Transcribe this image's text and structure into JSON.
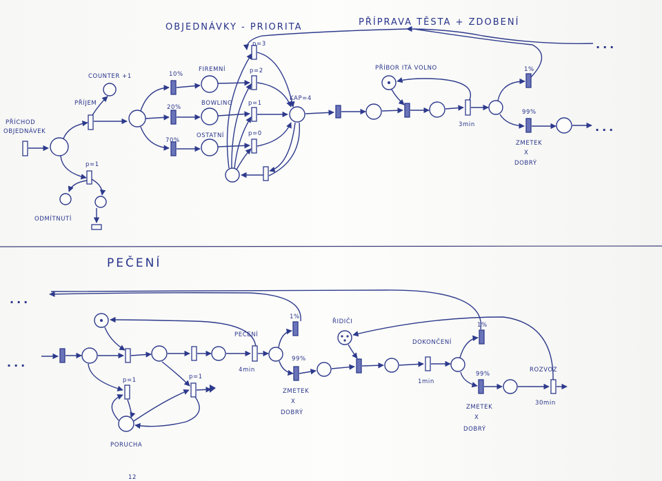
{
  "titles": {
    "top_left": "OBJEDNÁVKY - PRIORITA",
    "top_right": "PŘÍPRAVA TĚSTA + ZDOBENÍ",
    "bottom": "PEČENÍ"
  },
  "labels": {
    "prichod": "PŘÍCHOD",
    "objednavek": "OBJEDNÁVEK",
    "prijem": "PŘÍJEM",
    "counter": "COUNTER +1",
    "odmitnuti": "ODMÍTNUTÍ",
    "p1_reject": "p=1",
    "pct10": "10%",
    "pct20": "20%",
    "pct70": "70%",
    "firemni": "FIREMNÍ",
    "bowling": "BOWLING",
    "ostatni": "OSTATNÍ",
    "p3": "p=3",
    "p2": "p=2",
    "p1": "p=1",
    "p0": "p=0",
    "kap": "KAP=4",
    "pribor": "PŘÍBOR ITÁ VOLNO",
    "m3": "3min",
    "pct1_top": "1%",
    "pct99_top": "99%",
    "zmetek_top": "ZMETEK",
    "x_top": "X",
    "dobry_top": "DOBRÝ",
    "ellipsis_top_right": "...",
    "ellipsis_mid_right": "...",
    "ellipsis_bottom_left": "...",
    "ellipsis_bottom_left2": "...",
    "pecení_label": "PEČENÍ",
    "m4": "4min",
    "pct1_b1": "1%",
    "pct99_b1": "99%",
    "zmetek_b1": "ZMETEK",
    "x_b1": "X",
    "dobry_b1": "DOBRÝ",
    "ridici": "ŘIDIČI",
    "dokonceni": "DOKONČENÍ",
    "m1": "1min",
    "pct1_b2": "1%",
    "pct99_b2": "99%",
    "zmetek_b2": "ZMETEK",
    "x_b2": "X",
    "dobry_b2": "DOBRÝ",
    "rozvoz": "ROZVOZ",
    "m30": "30min",
    "porucha": "PORUCHA",
    "p1_porucha_a": "p=1",
    "p1_porucha_b": "p=1",
    "page_number": "12"
  },
  "colors": {
    "ink": "#2d3a8c",
    "paper": "#fbfbf9"
  }
}
